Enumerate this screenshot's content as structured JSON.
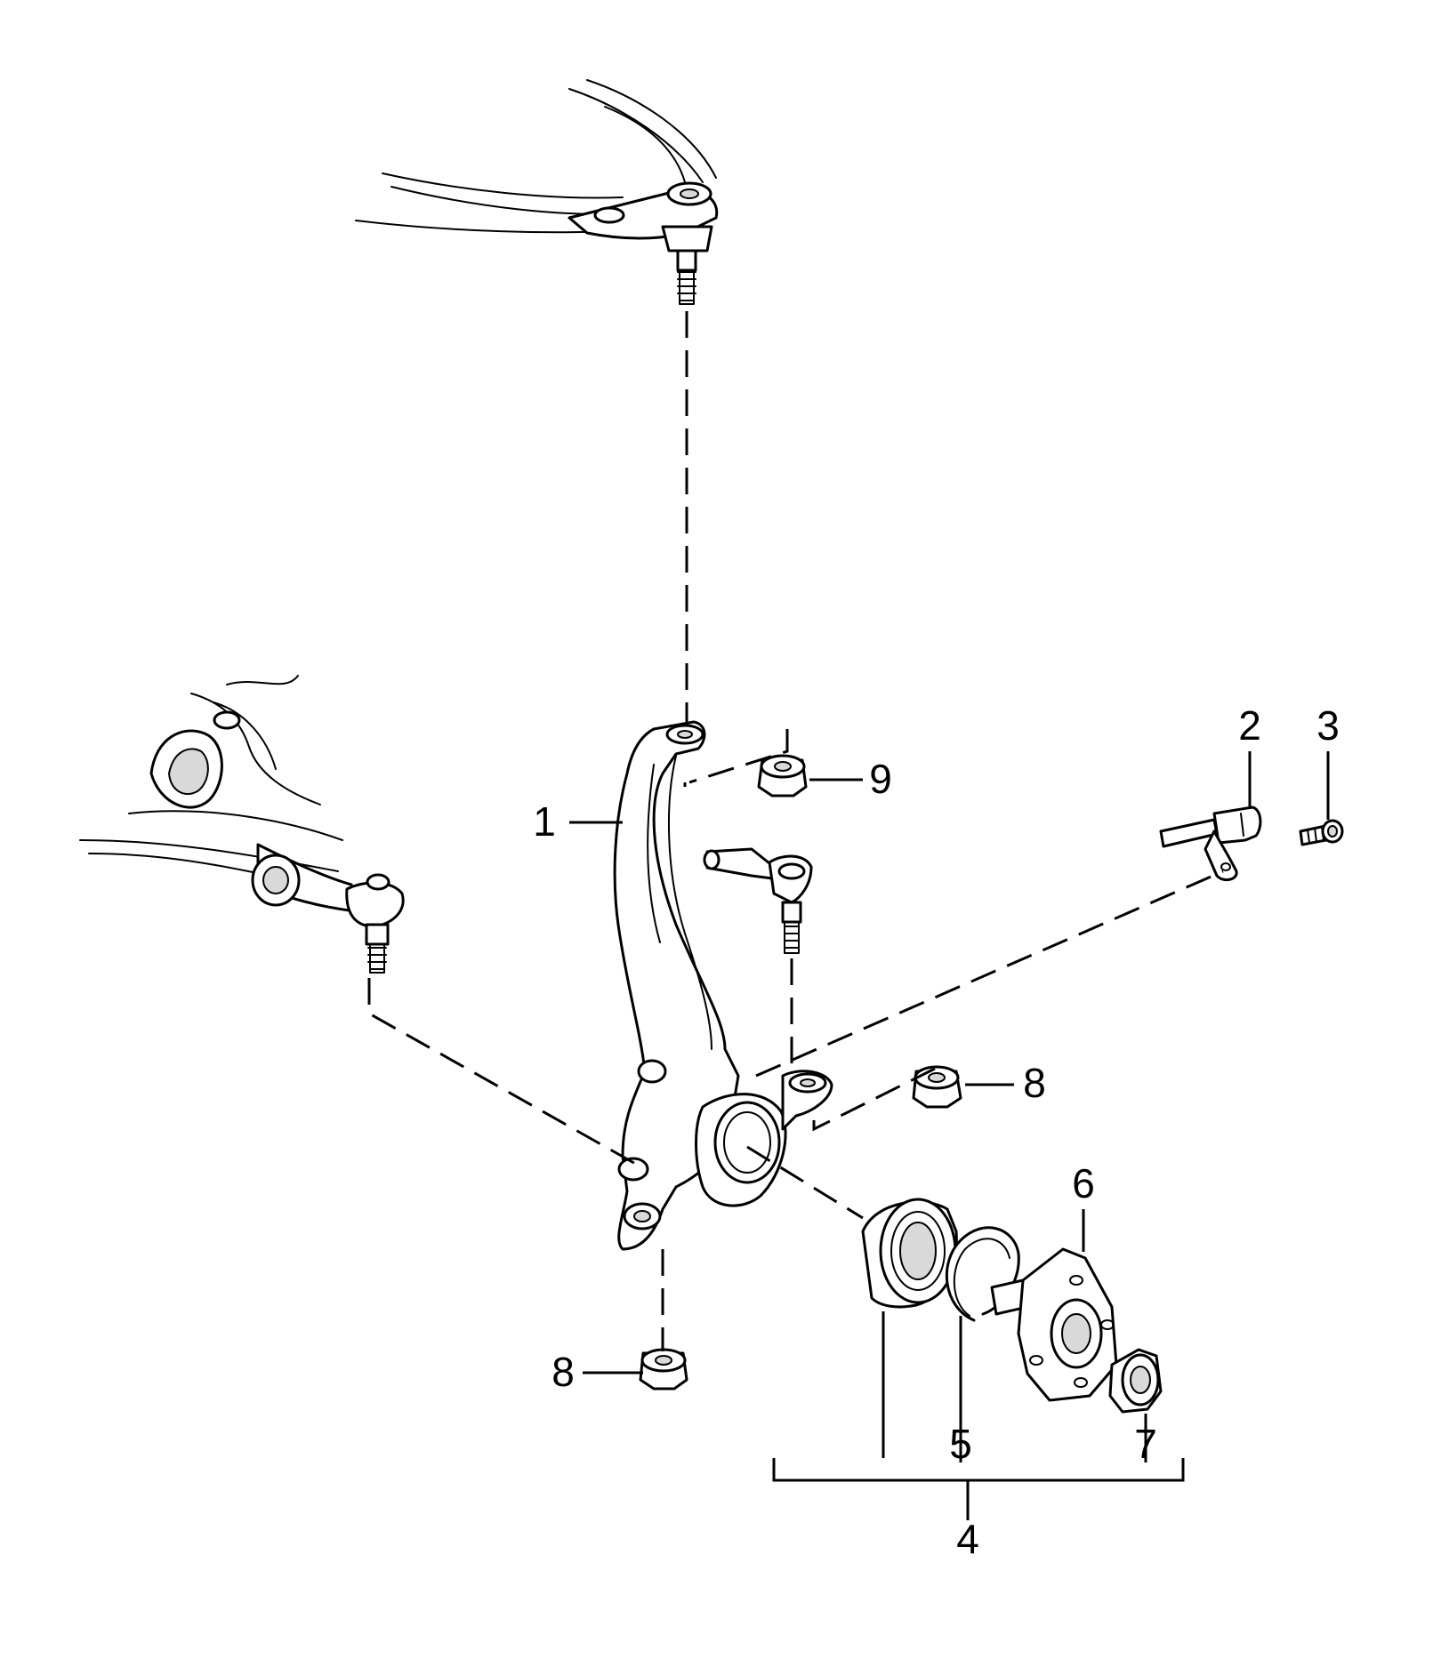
{
  "diagram": {
    "callouts": {
      "c1": "1",
      "c2": "2",
      "c3": "3",
      "c4": "4",
      "c5": "5",
      "c6": "6",
      "c7": "7",
      "c8a": "8",
      "c8b": "8",
      "c9": "9"
    }
  }
}
